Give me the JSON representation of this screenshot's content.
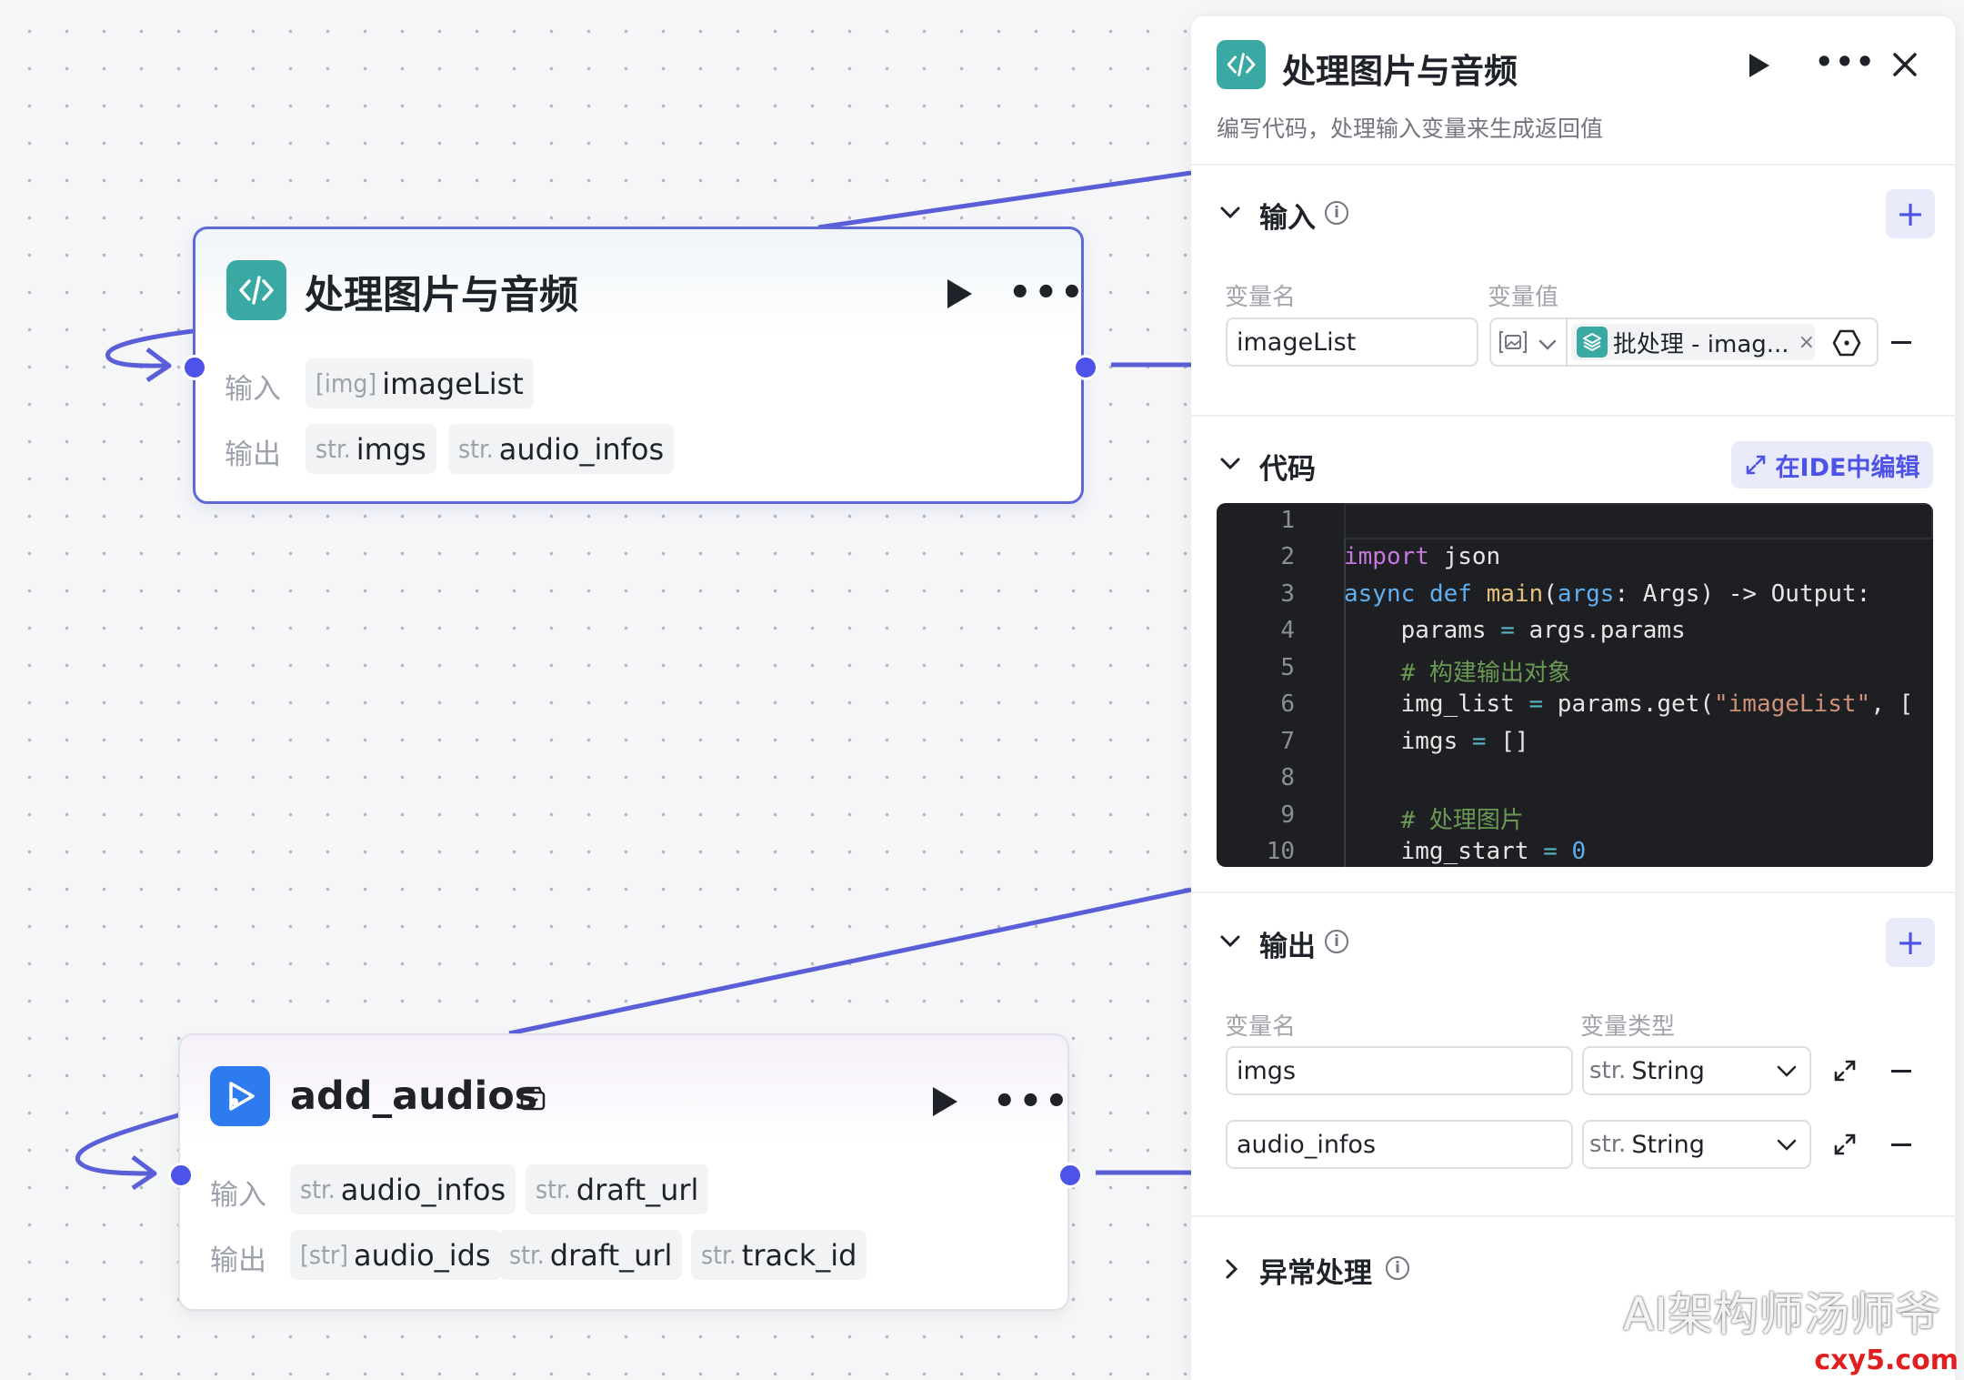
{
  "colors": {
    "accent": "#4d53e8",
    "edge": "#5a5fd8",
    "code_icon": "#3aa9a3",
    "plugin_icon": "#2e7bf0",
    "code_bg": "#1d1f22"
  },
  "node_code": {
    "title": "处理图片与音频",
    "input_label": "输入",
    "output_label": "输出",
    "inputs": [
      {
        "type": "[img]",
        "name": "imageList"
      }
    ],
    "outputs": [
      {
        "type": "str.",
        "name": "imgs"
      },
      {
        "type": "str.",
        "name": "audio_infos"
      }
    ]
  },
  "node_plugin": {
    "title": "add_audios",
    "input_label": "输入",
    "output_label": "输出",
    "inputs": [
      {
        "type": "str.",
        "name": "audio_infos"
      },
      {
        "type": "str.",
        "name": "draft_url"
      }
    ],
    "outputs": [
      {
        "type": "[str]",
        "name": "audio_ids"
      },
      {
        "type": "str.",
        "name": "draft_url"
      },
      {
        "type": "str.",
        "name": "track_id"
      }
    ]
  },
  "panel": {
    "title": "处理图片与音频",
    "subtitle": "编写代码，处理输入变量来生成返回值",
    "input_section": {
      "title": "输入",
      "col_name": "变量名",
      "col_value": "变量值",
      "var_name": "imageList",
      "var_ref": "批处理 - imag...",
      "ref_close": "×"
    },
    "code_section": {
      "title": "代码",
      "ide_button": "在IDE中编辑",
      "line_numbers": [
        "1",
        "2",
        "3",
        "4",
        "5",
        "6",
        "7",
        "8",
        "9",
        "10"
      ]
    },
    "output_section": {
      "title": "输出",
      "col_name": "变量名",
      "col_type": "变量类型",
      "rows": [
        {
          "name": "imgs",
          "type": "String",
          "type_prefix": "str."
        },
        {
          "name": "audio_infos",
          "type": "String",
          "type_prefix": "str."
        }
      ]
    },
    "exception_section": {
      "title": "异常处理"
    }
  },
  "watermark": {
    "text": "AI架构师汤师爷",
    "site": "cxy5.com"
  }
}
